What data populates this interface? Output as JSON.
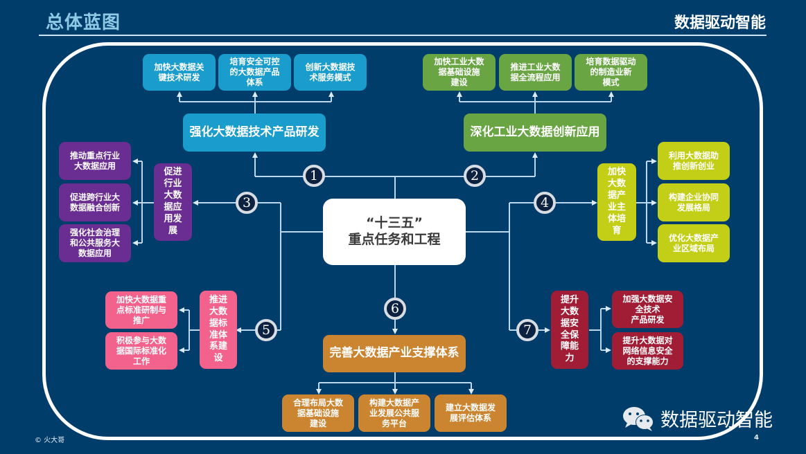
{
  "header": {
    "title": "总体蓝图",
    "brand": "数据驱动智能"
  },
  "center": {
    "line1": "“十三五”",
    "line2": "重点任务和工程"
  },
  "sections": [
    {
      "number": "1",
      "title": "强化大数据技术产品研发",
      "color": "#1a9ccc",
      "items": [
        "加快大数据关键技术研发",
        "培育安全可控的大数据产品体系",
        "创新大数据技术服务模式"
      ]
    },
    {
      "number": "2",
      "title": "深化工业大数据创新应用",
      "color": "#6aa544",
      "items": [
        "加快工业大数据基础设施建设",
        "推进工业大数据全流程应用",
        "培育数据驱动的制造业新模式"
      ]
    },
    {
      "number": "3",
      "title": "促进行业大数据应用发展",
      "color": "#6a2d91",
      "items": [
        "推动重点行业大数据应用",
        "促进跨行业大数据融合创新",
        "强化社会治理和公共服务大数据应用"
      ]
    },
    {
      "number": "4",
      "title": "加快大数据产业主体培育",
      "color": "#c2cf16",
      "items": [
        "利用大数据助推创新创业",
        "构建企业协同发展格局",
        "优化大数据产业区域布局"
      ]
    },
    {
      "number": "5",
      "title": "推进大数据标准体系建设",
      "color": "#f2628c",
      "items": [
        "加快大数据重点标准研制与推广",
        "积极参与大数据国际标准化工作"
      ]
    },
    {
      "number": "6",
      "title": "完善大数据产业支撑体系",
      "color": "#cb8530",
      "items": [
        "合理布局大数据基础设施建设",
        "构建大数据产业发展公共服务平台",
        "建立大数据发展评估体系"
      ]
    },
    {
      "number": "7",
      "title": "提升大数据安全保障能力",
      "color": "#a11d35",
      "items": [
        "加强大数据安全技术产品研发",
        "提升大数据对网络信息安全的支撑能力"
      ]
    }
  ],
  "labels": {
    "s1_items": [
      "加快大数据关\n键技术研发",
      "培育安全可控\n的大数据产品\n体系",
      "创新大数据技\n术服务模式"
    ],
    "s2_items": [
      "加快工业大数\n据基础设施\n建设",
      "推进工业大数\n据全流程应用",
      "培育数据驱动\n的制造业新\n模式"
    ],
    "s3_title": "促进\n行业\n大数\n据应\n用发\n展",
    "s3_items": [
      "推动重点行业\n大数据应用",
      "促进跨行业大\n数据融合创新",
      "强化社会治理\n和公共服务大\n数据应用"
    ],
    "s4_title": "加快\n大数\n据产\n业主\n体培\n育",
    "s4_items": [
      "利用大数据助\n推创新创业",
      "构建企业协同\n发展格局",
      "优化大数据产\n业区域布局"
    ],
    "s5_title": "推进\n大数\n据标\n准体\n系建\n设",
    "s5_items": [
      "加快大数据重\n点标准研制与\n推广",
      "积极参与大数\n据国际标准化\n工作"
    ],
    "s6_items": [
      "合理布局大数\n据基础设施\n建设",
      "构建大数据产\n业发展公共服\n务平台",
      "建立大数据发\n展评估体系"
    ],
    "s7_title": "提升\n大数\n据安\n全保\n障能\n力",
    "s7_items": [
      "加强大数据安\n全技术\n产品研发",
      "提升大数据对\n网络信息安全\n的支撑能力"
    ]
  },
  "footer": {
    "author": "© 火大哥",
    "page_number": "4",
    "watermark_text": "数据驱动智能",
    "watermark_icon": "wechat-icon"
  }
}
